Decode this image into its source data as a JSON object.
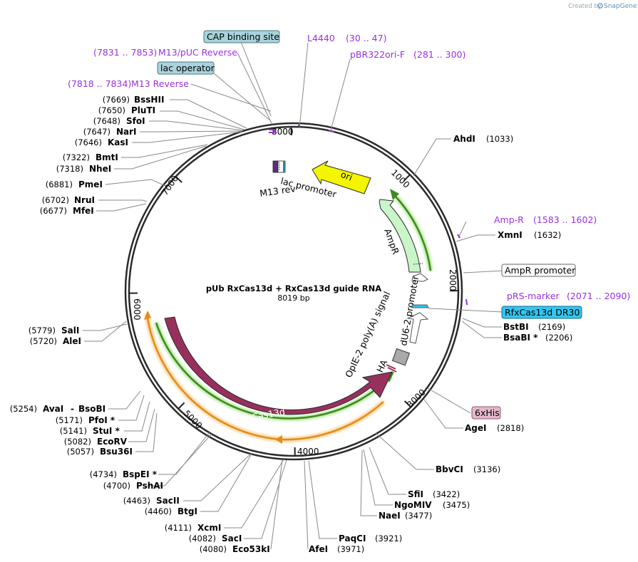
{
  "brand": {
    "created_by": "Created by",
    "app": "SnapGene"
  },
  "plasmid": {
    "name": "pUb RxCas13d + RxCas13d guide RNA",
    "size_label": "8019 bp"
  },
  "ticks": [
    "1000",
    "2000",
    "3000",
    "4000",
    "5000",
    "6000",
    "7000",
    "8000"
  ],
  "features": {
    "ori": "ori",
    "ampr": "AmpR",
    "ampr_promoter_arc": "AmpR promoter",
    "du6_promoter": "dU6-2 promoter",
    "opie": "OpIE-2 poly(A) signal",
    "ha": "HA",
    "rfxcas13d": "RfxCas13d",
    "lac_promoter": "lac promoter",
    "m13_rev": "M13 rev"
  },
  "boxed_labels": {
    "cap_binding_site": "CAP binding site",
    "lac_operator": "lac operator",
    "ampr_promoter": "AmpR promoter",
    "rfxcas13d_dr30": "RfxCas13d DR30",
    "his6": "6xHis"
  },
  "primers": {
    "m13_puc_reverse": {
      "pos": "(7831 .. 7853)",
      "name": "M13/pUC Reverse"
    },
    "m13_reverse": {
      "pos": "(7818 .. 7834)",
      "name": "M13 Reverse"
    },
    "l4440": {
      "name": "L4440",
      "pos": "(30 .. 47)"
    },
    "pbr322ori_f": {
      "name": "pBR322ori-F",
      "pos": "(281 .. 300)"
    },
    "amp_r": {
      "name": "Amp-R",
      "pos": "(1583 .. 1602)"
    },
    "prs_marker": {
      "name": "pRS-marker",
      "pos": "(2071 .. 2090)"
    }
  },
  "sites_left": [
    {
      "pos": "(7669)",
      "name": "BssHII"
    },
    {
      "pos": "(7650)",
      "name": "PluTI"
    },
    {
      "pos": "(7648)",
      "name": "SfoI"
    },
    {
      "pos": "(7647)",
      "name": "NarI"
    },
    {
      "pos": "(7646)",
      "name": "KasI"
    },
    {
      "pos": "(7322)",
      "name": "BmtI"
    },
    {
      "pos": "(7318)",
      "name": "NheI"
    },
    {
      "pos": "(6881)",
      "name": "PmeI"
    },
    {
      "pos": "(6702)",
      "name": "NruI"
    },
    {
      "pos": "(6677)",
      "name": "MfeI"
    },
    {
      "pos": "(5779)",
      "name": "SalI"
    },
    {
      "pos": "(5720)",
      "name": "AleI"
    },
    {
      "pos": "(5254)",
      "name": "AvaI",
      "extra": "BsoBI"
    },
    {
      "pos": "(5171)",
      "name": "PfoI *"
    },
    {
      "pos": "(5141)",
      "name": "StuI *"
    },
    {
      "pos": "(5082)",
      "name": "EcoRV"
    },
    {
      "pos": "(5057)",
      "name": "Bsu36I"
    },
    {
      "pos": "(4734)",
      "name": "BspEI *"
    },
    {
      "pos": "(4700)",
      "name": "PshAI"
    },
    {
      "pos": "(4463)",
      "name": "SacII"
    },
    {
      "pos": "(4460)",
      "name": "BtgI"
    },
    {
      "pos": "(4111)",
      "name": "XcmI"
    },
    {
      "pos": "(4082)",
      "name": "SacI"
    },
    {
      "pos": "(4080)",
      "name": "Eco53kI"
    }
  ],
  "sites_right": [
    {
      "name": "AhdI",
      "pos": "(1033)"
    },
    {
      "name": "XmnI",
      "pos": "(1632)"
    },
    {
      "name": "BstBI",
      "pos": "(2169)"
    },
    {
      "name": "BsaBI *",
      "pos": "(2206)"
    },
    {
      "name": "AgeI",
      "pos": "(2818)"
    },
    {
      "name": "BbvCI",
      "pos": "(3136)"
    },
    {
      "name": "SfiI",
      "pos": "(3422)"
    },
    {
      "name": "NgoMIV",
      "pos": "(3475)"
    },
    {
      "name": "NaeI",
      "pos": "(3477)"
    },
    {
      "name": "PaqCI",
      "pos": "(3921)"
    },
    {
      "name": "AfeI",
      "pos": "(3971)"
    }
  ],
  "colors": {
    "backbone": "#2b2b2b",
    "ori": "#f5f500",
    "ampr": "#c9f5c9",
    "rfxcas13d": "#98305e",
    "green_arc": "#3d8a1e",
    "orange_arc": "#e48b18",
    "primer": "#9b30d9",
    "cap_box": "#a9d3dc",
    "dr30_box": "#33c6f0",
    "his_box": "#e4b8cc"
  }
}
